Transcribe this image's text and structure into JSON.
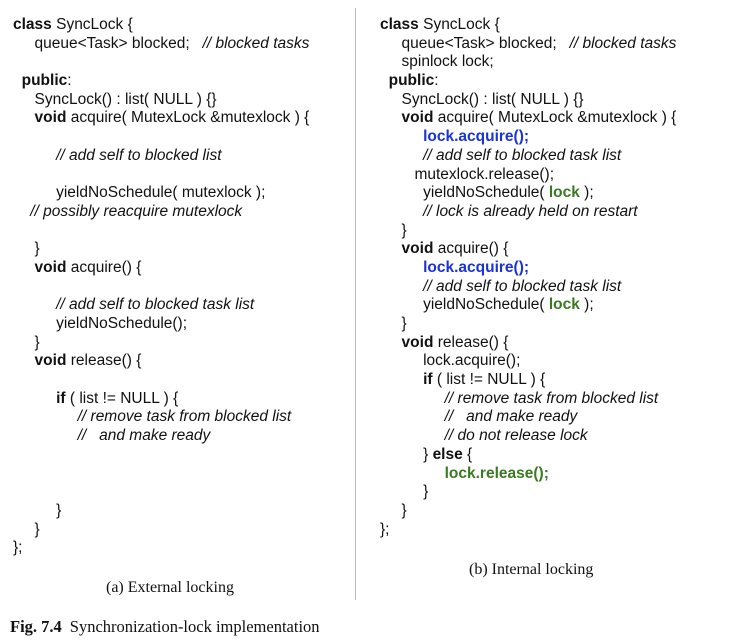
{
  "figure": {
    "label": "Fig. 7.4",
    "caption": "Synchronization-lock implementation"
  },
  "panels": [
    {
      "caption": "(a) External locking",
      "lines": [
        [
          {
            "t": "class",
            "s": "kw"
          },
          {
            "t": " SyncLock {"
          }
        ],
        [
          {
            "t": "     queue<Task> blocked;   "
          },
          {
            "t": "// blocked tasks",
            "s": "cm"
          }
        ],
        [],
        [
          {
            "t": "  "
          },
          {
            "t": "public",
            "s": "kw"
          },
          {
            "t": ":"
          }
        ],
        [
          {
            "t": "     SyncLock() : list( NULL ) {}"
          }
        ],
        [
          {
            "t": "     "
          },
          {
            "t": "void",
            "s": "kw"
          },
          {
            "t": " acquire( MutexLock &mutexlock ) {"
          }
        ],
        [],
        [
          {
            "t": "          "
          },
          {
            "t": "// add self to blocked list",
            "s": "cm"
          }
        ],
        [],
        [
          {
            "t": "          yieldNoSchedule( mutexlock );"
          }
        ],
        [
          {
            "t": "    "
          },
          {
            "t": "// possibly reacquire mutexlock",
            "s": "cm"
          }
        ],
        [],
        [
          {
            "t": "     }"
          }
        ],
        [
          {
            "t": "     "
          },
          {
            "t": "void",
            "s": "kw"
          },
          {
            "t": " acquire() {"
          }
        ],
        [],
        [
          {
            "t": "          "
          },
          {
            "t": "// add self to blocked task list",
            "s": "cm"
          }
        ],
        [
          {
            "t": "          yieldNoSchedule();"
          }
        ],
        [
          {
            "t": "     }"
          }
        ],
        [
          {
            "t": "     "
          },
          {
            "t": "void",
            "s": "kw"
          },
          {
            "t": " release() {"
          }
        ],
        [],
        [
          {
            "t": "          "
          },
          {
            "t": "if",
            "s": "kw"
          },
          {
            "t": " ( list != NULL ) {"
          }
        ],
        [
          {
            "t": "               "
          },
          {
            "t": "// remove task from blocked list",
            "s": "cm"
          }
        ],
        [
          {
            "t": "               "
          },
          {
            "t": "//   and make ready",
            "s": "cm"
          }
        ],
        [],
        [],
        [],
        [
          {
            "t": "          }"
          }
        ],
        [
          {
            "t": "     }"
          }
        ],
        [
          {
            "t": "};"
          }
        ]
      ]
    },
    {
      "caption": "(b) Internal locking",
      "lines": [
        [
          {
            "t": "class",
            "s": "kw"
          },
          {
            "t": " SyncLock {"
          }
        ],
        [
          {
            "t": "     queue<Task> blocked;   "
          },
          {
            "t": "// blocked tasks",
            "s": "cm"
          }
        ],
        [
          {
            "t": "     spinlock lock;"
          }
        ],
        [
          {
            "t": "  "
          },
          {
            "t": "public",
            "s": "kw"
          },
          {
            "t": ":"
          }
        ],
        [
          {
            "t": "     SyncLock() : list( NULL ) {}"
          }
        ],
        [
          {
            "t": "     "
          },
          {
            "t": "void",
            "s": "kw"
          },
          {
            "t": " acquire( MutexLock &mutexlock ) {"
          }
        ],
        [
          {
            "t": "          "
          },
          {
            "t": "lock.acquire();",
            "s": "blue"
          }
        ],
        [
          {
            "t": "          "
          },
          {
            "t": "// add self to blocked task list",
            "s": "cm"
          }
        ],
        [
          {
            "t": "        mutexlock.release();"
          }
        ],
        [
          {
            "t": "          yieldNoSchedule( "
          },
          {
            "t": "lock",
            "s": "green"
          },
          {
            "t": " );"
          }
        ],
        [
          {
            "t": "          "
          },
          {
            "t": "// lock is already held on restart",
            "s": "cm"
          }
        ],
        [
          {
            "t": "     }"
          }
        ],
        [
          {
            "t": "     "
          },
          {
            "t": "void",
            "s": "kw"
          },
          {
            "t": " acquire() {"
          }
        ],
        [
          {
            "t": "          "
          },
          {
            "t": "lock.acquire();",
            "s": "blue"
          }
        ],
        [
          {
            "t": "          "
          },
          {
            "t": "// add self to blocked task list",
            "s": "cm"
          }
        ],
        [
          {
            "t": "          yieldNoSchedule( "
          },
          {
            "t": "lock",
            "s": "green"
          },
          {
            "t": " );"
          }
        ],
        [
          {
            "t": "     }"
          }
        ],
        [
          {
            "t": "     "
          },
          {
            "t": "void",
            "s": "kw"
          },
          {
            "t": " release() {"
          }
        ],
        [
          {
            "t": "          lock.acquire();"
          }
        ],
        [
          {
            "t": "          "
          },
          {
            "t": "if",
            "s": "kw"
          },
          {
            "t": " ( list != NULL ) {"
          }
        ],
        [
          {
            "t": "               "
          },
          {
            "t": "// remove task from blocked list",
            "s": "cm"
          }
        ],
        [
          {
            "t": "               "
          },
          {
            "t": "//   and make ready",
            "s": "cm"
          }
        ],
        [
          {
            "t": "               "
          },
          {
            "t": "// do not release lock",
            "s": "cm"
          }
        ],
        [
          {
            "t": "          } "
          },
          {
            "t": "else",
            "s": "kw"
          },
          {
            "t": " {"
          }
        ],
        [
          {
            "t": "               "
          },
          {
            "t": "lock.release();",
            "s": "green"
          }
        ],
        [
          {
            "t": "          }"
          }
        ],
        [
          {
            "t": "     }"
          }
        ],
        [
          {
            "t": "};"
          }
        ]
      ]
    }
  ],
  "colors": {
    "highlight_blue": "#1a33d6",
    "highlight_green": "#3a7a22"
  }
}
